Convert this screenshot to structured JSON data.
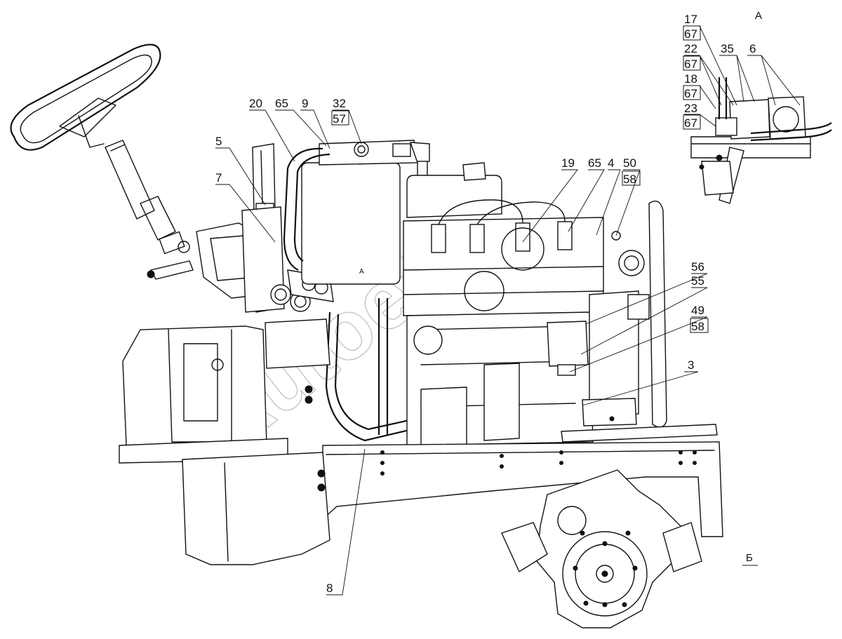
{
  "view_labels": {
    "view_a_title": "А",
    "view_a_body_mark": "А",
    "view_b_mark": "Б"
  },
  "callouts": {
    "c20": "20",
    "c65_top": "65",
    "c9": "9",
    "c32": "32",
    "c57": "57",
    "c5": "5",
    "c7": "7",
    "c19": "19",
    "c65_mid": "65",
    "c4": "4",
    "c50": "50",
    "c58_top": "58",
    "c56": "56",
    "c55": "55",
    "c49": "49",
    "c58_bot": "58",
    "c3": "3",
    "c8": "8",
    "a17": "17",
    "a67_1": "67",
    "a22": "22",
    "a67_2": "67",
    "a35": "35",
    "a6": "6",
    "a18": "18",
    "a67_3": "67",
    "a23": "23",
    "a67_4": "67"
  },
  "watermark": "Autoetk"
}
